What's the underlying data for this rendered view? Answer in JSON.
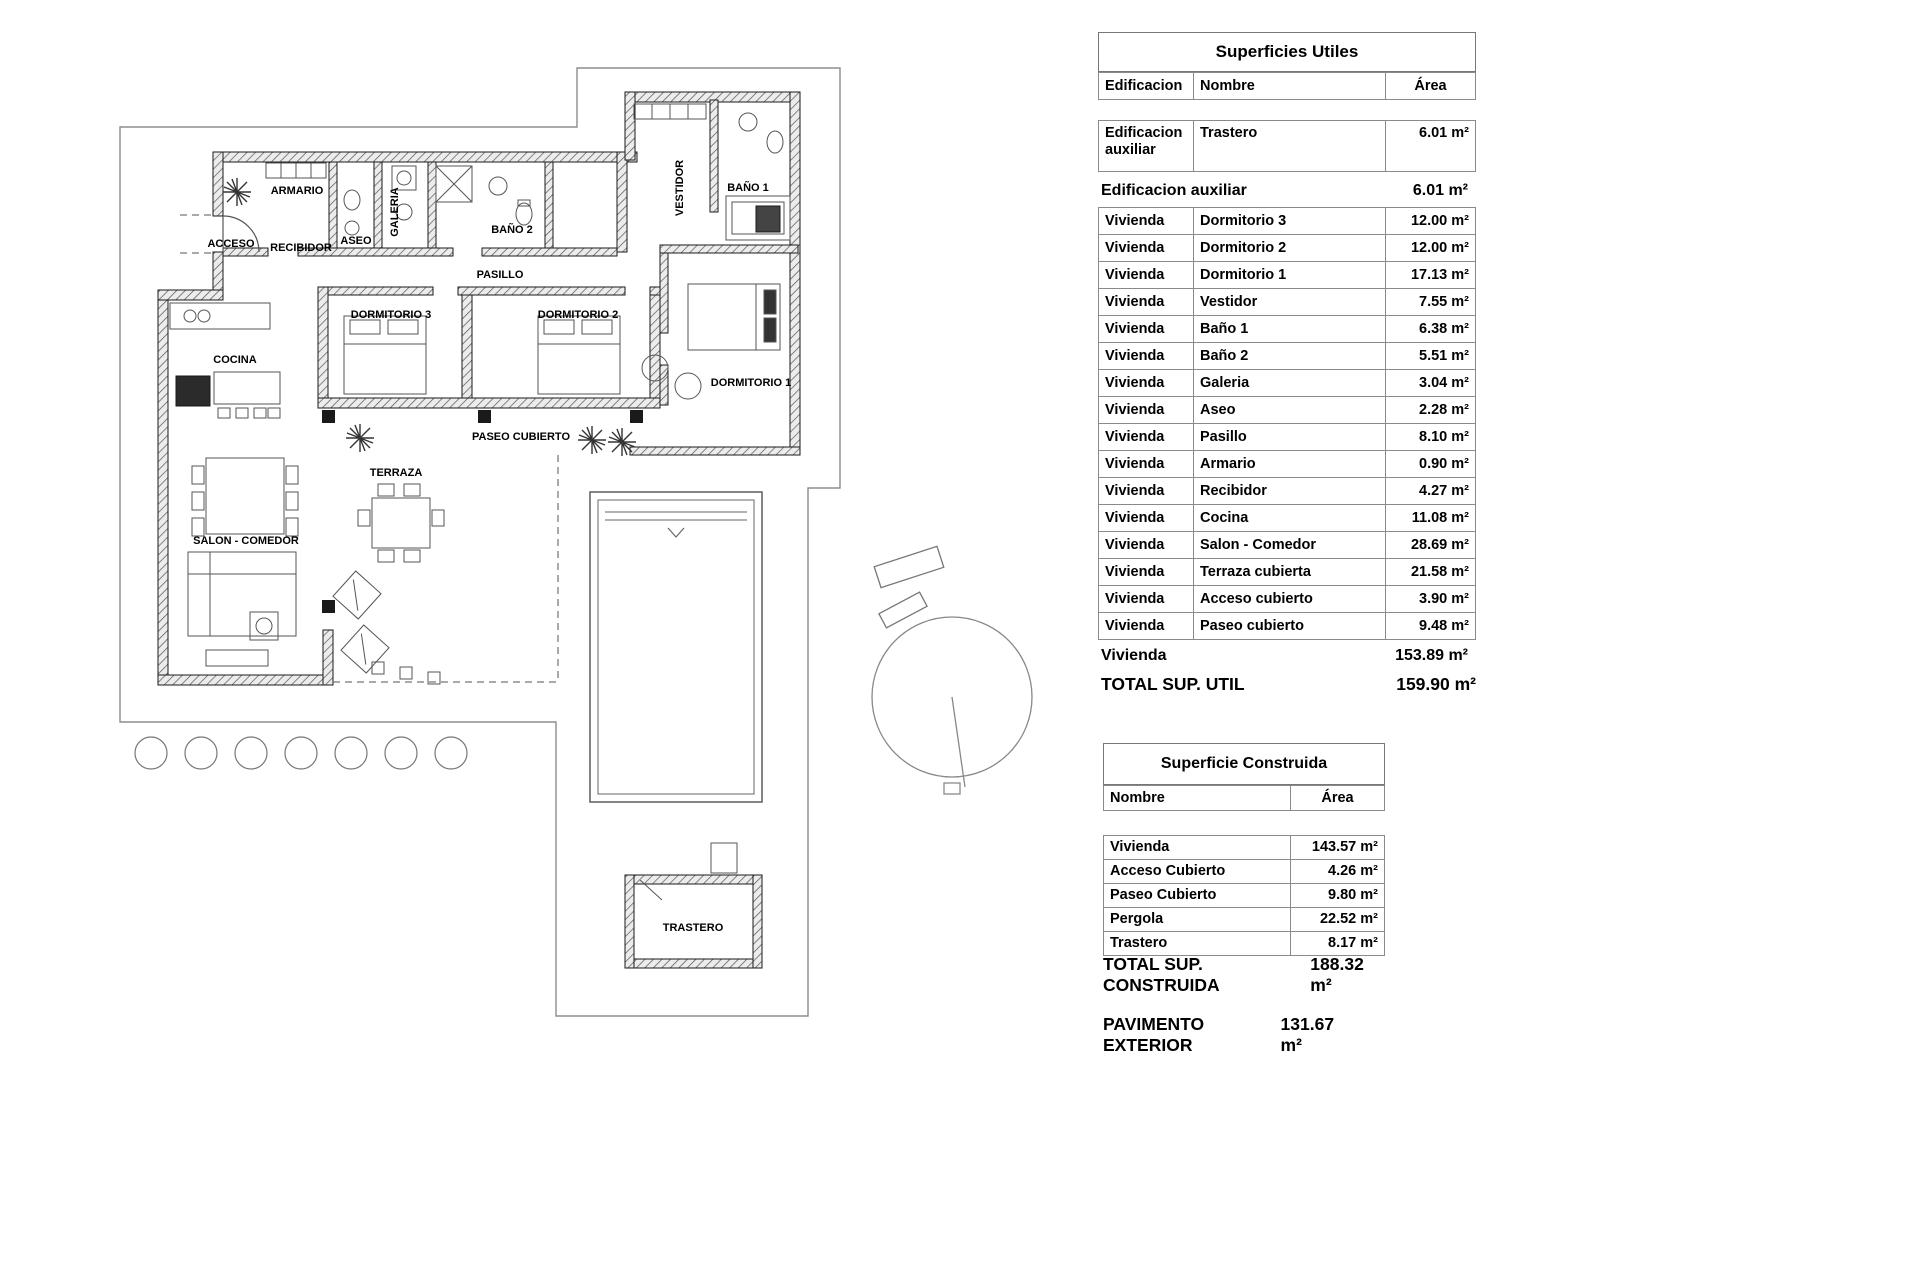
{
  "floorplan": {
    "labels": {
      "armario": "ARMARIO",
      "acceso": "ACCESO",
      "recibidor": "RECIBIDOR",
      "aseo": "ASEO",
      "galeria": "GALERIA",
      "bano2": "BAÑO 2",
      "pasillo": "PASILLO",
      "vestidor": "VESTIDOR",
      "bano1": "BAÑO 1",
      "dormitorio3": "DORMITORIO 3",
      "dormitorio2": "DORMITORIO 2",
      "dormitorio1": "DORMITORIO 1",
      "cocina": "COCINA",
      "paseo_cubierto": "PASEO CUBIERTO",
      "terraza": "TERRAZA",
      "salon_comedor": "SALON - COMEDOR",
      "trastero": "TRASTERO"
    },
    "colors": {
      "wall_outline": "#1a1a1a",
      "wall_hatch": "#555555",
      "boundary": "#8d8d8d",
      "furniture": "#555555"
    }
  },
  "tables": {
    "utiles": {
      "title": "Superficies Utiles",
      "columns": [
        "Edificacion",
        "Nombre",
        "Área"
      ],
      "aux_row": {
        "edificacion": "Edificacion auxiliar",
        "nombre": "Trastero",
        "area": "6.01 m²"
      },
      "aux_subtotal": {
        "label": "Edificacion auxiliar",
        "area": "6.01 m²"
      },
      "rows": [
        {
          "edificacion": "Vivienda",
          "nombre": "Dormitorio 3",
          "area": "12.00 m²"
        },
        {
          "edificacion": "Vivienda",
          "nombre": "Dormitorio 2",
          "area": "12.00 m²"
        },
        {
          "edificacion": "Vivienda",
          "nombre": "Dormitorio 1",
          "area": "17.13 m²"
        },
        {
          "edificacion": "Vivienda",
          "nombre": "Vestidor",
          "area": "7.55 m²"
        },
        {
          "edificacion": "Vivienda",
          "nombre": "Baño 1",
          "area": "6.38 m²"
        },
        {
          "edificacion": "Vivienda",
          "nombre": "Baño 2",
          "area": "5.51 m²"
        },
        {
          "edificacion": "Vivienda",
          "nombre": "Galeria",
          "area": "3.04 m²"
        },
        {
          "edificacion": "Vivienda",
          "nombre": "Aseo",
          "area": "2.28 m²"
        },
        {
          "edificacion": "Vivienda",
          "nombre": "Pasillo",
          "area": "8.10 m²"
        },
        {
          "edificacion": "Vivienda",
          "nombre": "Armario",
          "area": "0.90 m²"
        },
        {
          "edificacion": "Vivienda",
          "nombre": "Recibidor",
          "area": "4.27 m²"
        },
        {
          "edificacion": "Vivienda",
          "nombre": "Cocina",
          "area": "11.08 m²"
        },
        {
          "edificacion": "Vivienda",
          "nombre": "Salon - Comedor",
          "area": "28.69 m²"
        },
        {
          "edificacion": "Vivienda",
          "nombre": "Terraza cubierta",
          "area": "21.58 m²"
        },
        {
          "edificacion": "Vivienda",
          "nombre": "Acceso cubierto",
          "area": "3.90 m²"
        },
        {
          "edificacion": "Vivienda",
          "nombre": "Paseo cubierto",
          "area": "9.48 m²"
        }
      ],
      "vivienda_subtotal": {
        "label": "Vivienda",
        "area": "153.89 m²"
      },
      "total": {
        "label": "TOTAL SUP. UTIL",
        "area": "159.90 m²"
      }
    },
    "construida": {
      "title": "Superficie Construida",
      "columns": [
        "Nombre",
        "Área"
      ],
      "rows": [
        {
          "nombre": "Vivienda",
          "area": "143.57 m²"
        },
        {
          "nombre": "Acceso Cubierto",
          "area": "4.26 m²"
        },
        {
          "nombre": "Paseo Cubierto",
          "area": "9.80 m²"
        },
        {
          "nombre": "Pergola",
          "area": "22.52 m²"
        },
        {
          "nombre": "Trastero",
          "area": "8.17 m²"
        }
      ],
      "total": {
        "label": "TOTAL SUP. CONSTRUIDA",
        "area": "188.32 m²"
      }
    },
    "pavimento": {
      "label": "PAVIMENTO EXTERIOR",
      "area": "131.67 m²"
    }
  }
}
